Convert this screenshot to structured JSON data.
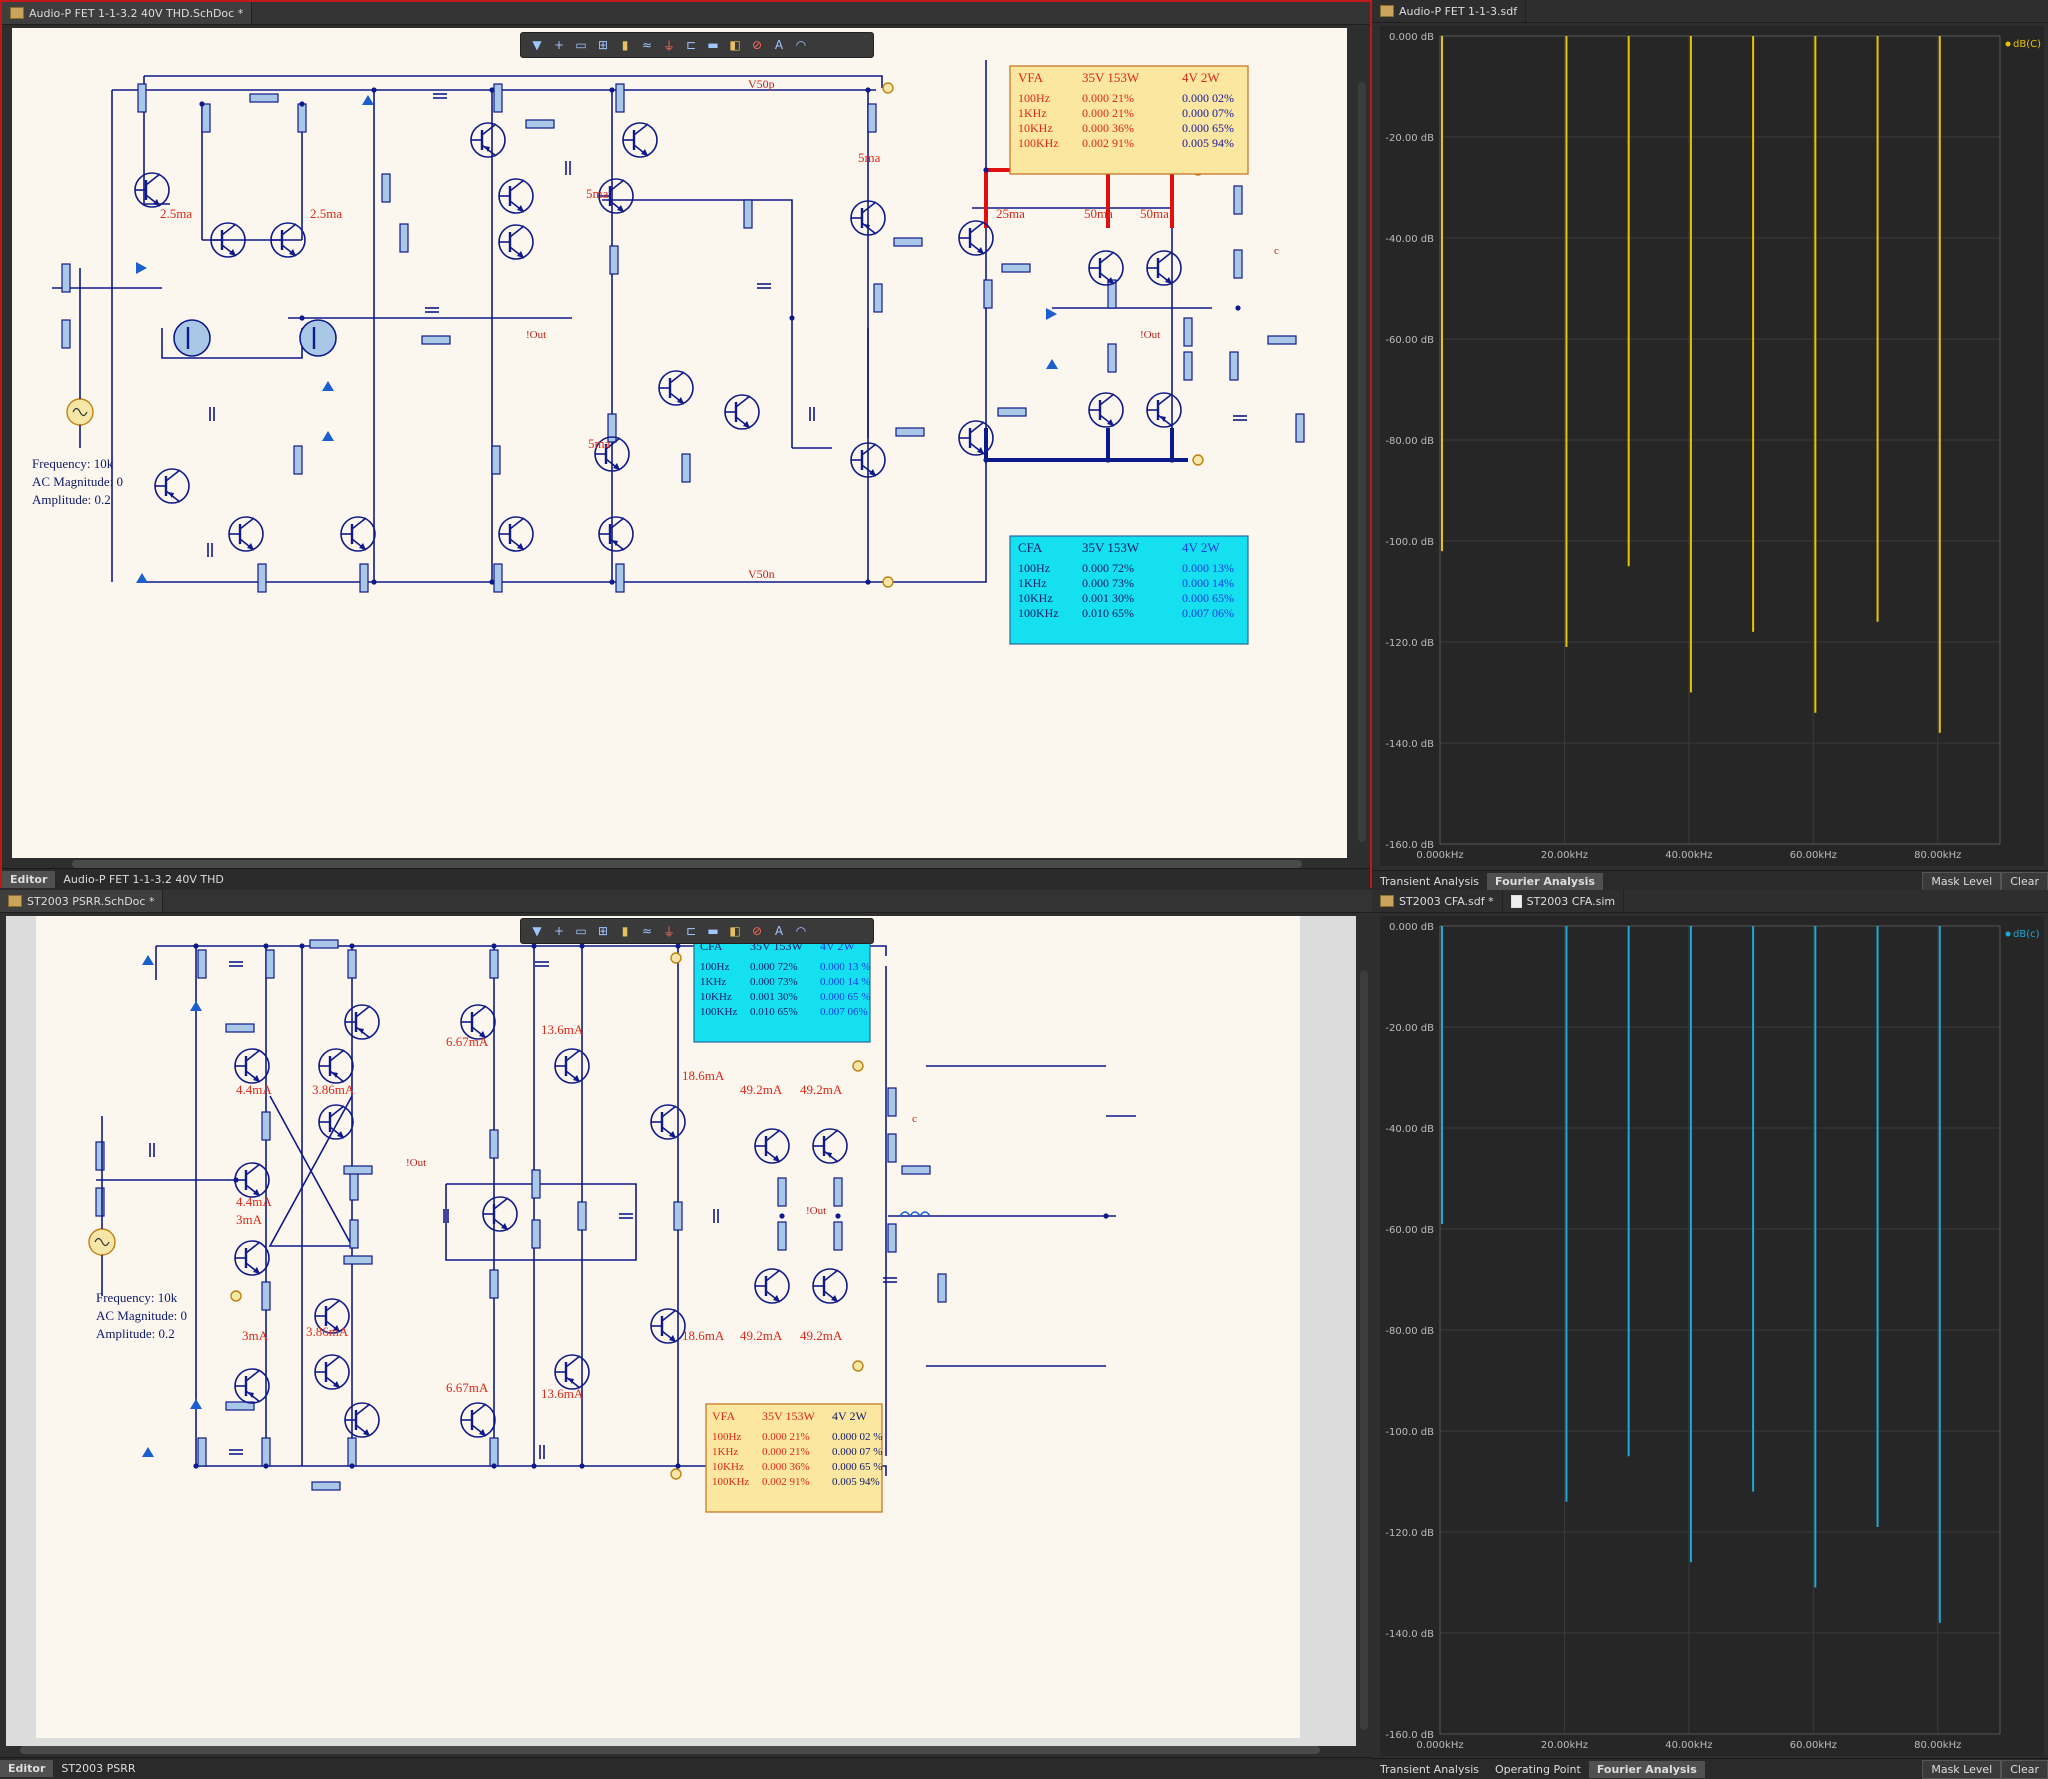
{
  "top_schematic": {
    "tab_title": "Audio-P FET 1-1-3.2 40V THD.SchDoc *",
    "bottom_tabs": [
      "Editor",
      "Audio-P FET 1-1-3.2 40V THD"
    ],
    "source_label": {
      "lines": [
        "Frequency: 10k",
        "AC Magnitude: 0",
        "Amplitude: 0.2"
      ]
    },
    "vfa_table": {
      "header": [
        "VFA",
        "35V 153W",
        "4V 2W"
      ],
      "rows": [
        [
          "100Hz",
          "0.000 21%",
          "0.000 02%"
        ],
        [
          "1KHz",
          "0.000 21%",
          "0.000 07%"
        ],
        [
          "10KHz",
          "0.000 36%",
          "0.000 65%"
        ],
        [
          "100KHz",
          "0.002 91%",
          "0.005 94%"
        ]
      ]
    },
    "cfa_table": {
      "header": [
        "CFA",
        "35V 153W",
        "4V 2W"
      ],
      "rows": [
        [
          "100Hz",
          "0.000 72%",
          "0.000 13%"
        ],
        [
          "1KHz",
          "0.000 73%",
          "0.000 14%"
        ],
        [
          "10KHz",
          "0.001 30%",
          "0.000 65%"
        ],
        [
          "100KHz",
          "0.010 65%",
          "0.007 06%"
        ]
      ]
    },
    "currents": [
      "2.5ma",
      "2.5ma",
      "5ma",
      "5ma",
      "25ma",
      "50ma",
      "50ma",
      "5ma"
    ],
    "nets": [
      "V50p",
      "V50n",
      "!Out",
      "!Out",
      "c"
    ]
  },
  "top_waveform": {
    "tab_title": "Audio-P FET 1-1-3.sdf",
    "legend": "dB(C)",
    "y_ticks": [
      "0.000 dB",
      "-20.00 dB",
      "-40.00 dB",
      "-60.00 dB",
      "-80.00 dB",
      "-100.0 dB",
      "-120.0 dB",
      "-140.0 dB",
      "-160.0 dB"
    ],
    "x_ticks": [
      "0.000kHz",
      "20.00kHz",
      "40.00kHz",
      "60.00kHz",
      "80.00kHz"
    ],
    "tabs": [
      "Transient Analysis",
      "Fourier Analysis"
    ],
    "active_tab": "Fourier Analysis",
    "buttons": [
      "Mask Level",
      "Clear"
    ],
    "color": "#e8c400"
  },
  "bottom_schematic": {
    "tab_title": "ST2003 PSRR.SchDoc *",
    "bottom_tabs": [
      "Editor",
      "ST2003 PSRR"
    ],
    "source_label": {
      "lines": [
        "Frequency: 10k",
        "AC Magnitude: 0",
        "Amplitude: 0.2"
      ]
    },
    "cfa_table": {
      "header": [
        "CFA",
        "35V 153W",
        "4V 2W"
      ],
      "rows": [
        [
          "100Hz",
          "0.000 72%",
          "0.000 13 %"
        ],
        [
          "1KHz",
          "0.000 73%",
          "0.000 14 %"
        ],
        [
          "10KHz",
          "0.001 30%",
          "0.000 65 %"
        ],
        [
          "100KHz",
          "0.010 65%",
          "0.007 06%"
        ]
      ]
    },
    "vfa_table": {
      "header": [
        "VFA",
        "35V 153W",
        "4V 2W"
      ],
      "rows": [
        [
          "100Hz",
          "0.000 21%",
          "0.000 02 %"
        ],
        [
          "1KHz",
          "0.000 21%",
          "0.000 07 %"
        ],
        [
          "10KHz",
          "0.000 36%",
          "0.000 65 %"
        ],
        [
          "100KHz",
          "0.002 91%",
          "0.005 94%"
        ]
      ]
    },
    "currents": [
      "4.4mA",
      "3.86mA",
      "6.67mA",
      "13.6mA",
      "18.6mA",
      "49.2mA",
      "49.2mA",
      "4.4mA",
      "3mA",
      "3mA",
      "3.86mA",
      "6.67mA",
      "13.6mA",
      "18.6mA",
      "49.2mA",
      "49.2mA"
    ],
    "nets": [
      "!Out",
      "!Out",
      "c"
    ]
  },
  "bottom_waveform": {
    "tab_titles": [
      "ST2003 CFA.sdf *",
      "ST2003 CFA.sim"
    ],
    "legend": "dB(c)",
    "y_ticks": [
      "0.000 dB",
      "-20.00 dB",
      "-40.00 dB",
      "-60.00 dB",
      "-80.00 dB",
      "-100.0 dB",
      "-120.0 dB",
      "-140.0 dB",
      "-160.0 dB"
    ],
    "x_ticks": [
      "0.000kHz",
      "20.00kHz",
      "40.00kHz",
      "60.00kHz",
      "80.00kHz"
    ],
    "tabs": [
      "Transient Analysis",
      "Operating Point",
      "Fourier Analysis"
    ],
    "active_tab": "Fourier Analysis",
    "buttons": [
      "Mask Level",
      "Clear"
    ],
    "color": "#1fa8d6"
  },
  "chart_data": [
    {
      "type": "bar",
      "x": [
        0,
        10,
        20,
        30,
        40,
        50,
        60,
        70,
        80
      ],
      "values": [
        -102,
        0,
        -121,
        -105,
        -130,
        -118,
        -134,
        -116,
        -138
      ],
      "xlabel": "",
      "ylabel": "",
      "ylim": [
        -160,
        0
      ],
      "xlim": [
        0,
        90
      ],
      "series": [
        {
          "name": "dB(C)",
          "values": [
            -102,
            0,
            -121,
            -105,
            -130,
            -118,
            -134,
            -116,
            -138
          ]
        }
      ]
    },
    {
      "type": "bar",
      "x": [
        0,
        10,
        20,
        30,
        40,
        50,
        60,
        70,
        80
      ],
      "values": [
        -59,
        0,
        -114,
        -105,
        -126,
        -112,
        -131,
        -119,
        -138
      ],
      "xlabel": "",
      "ylabel": "",
      "ylim": [
        -160,
        0
      ],
      "xlim": [
        0,
        90
      ],
      "series": [
        {
          "name": "dB(c)",
          "values": [
            -59,
            0,
            -114,
            -105,
            -126,
            -112,
            -131,
            -119,
            -138
          ]
        }
      ]
    }
  ]
}
